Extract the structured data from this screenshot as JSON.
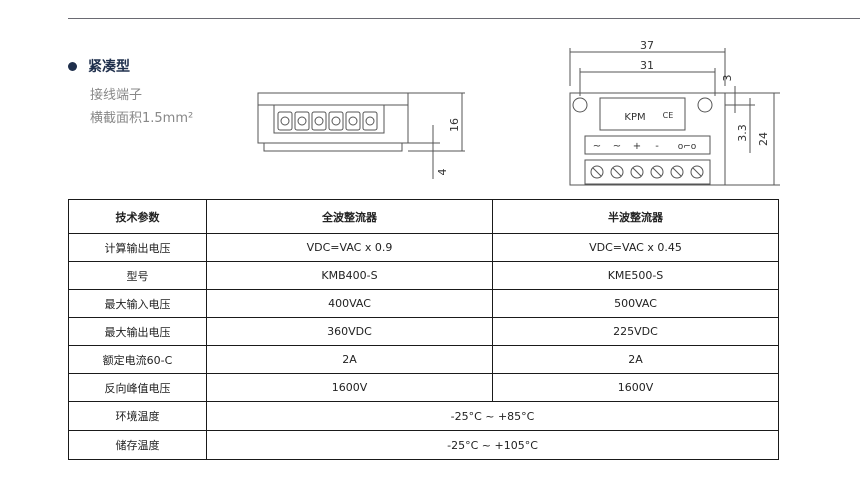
{
  "section": {
    "title": "紧凑型",
    "subtitle_line1": "接线端子",
    "subtitle_line2": "横截面积1.5mm²"
  },
  "diagram_left": {
    "dim_height": "16",
    "dim_offset": "4"
  },
  "diagram_right": {
    "dim_outer_width": "37",
    "dim_inner_width": "31",
    "dim_top_offset": "3",
    "dim_hole_offset": "3.3",
    "dim_height": "24",
    "label_brand": "KPM",
    "label_ce": "CE",
    "terminal_markings": [
      "~",
      "~",
      "+",
      "-",
      "o⌐o"
    ]
  },
  "table": {
    "headers": [
      "技术参数",
      "全波整流器",
      "半波整流器"
    ],
    "rows": [
      [
        "计算输出电压",
        "VDC=VAC x 0.9",
        "VDC=VAC x 0.45"
      ],
      [
        "型号",
        "KMB400-S",
        "KME500-S"
      ],
      [
        "最大输入电压",
        "400VAC",
        "500VAC"
      ],
      [
        "最大输出电压",
        "360VDC",
        "225VDC"
      ],
      [
        "额定电流60-C",
        "2A",
        "2A"
      ],
      [
        "反向峰值电压",
        "1600V",
        "1600V"
      ]
    ],
    "merged_rows": [
      [
        "环境温度",
        "-25°C ~ +85°C"
      ],
      [
        "储存温度",
        "-25°C ~ +105°C"
      ]
    ]
  }
}
